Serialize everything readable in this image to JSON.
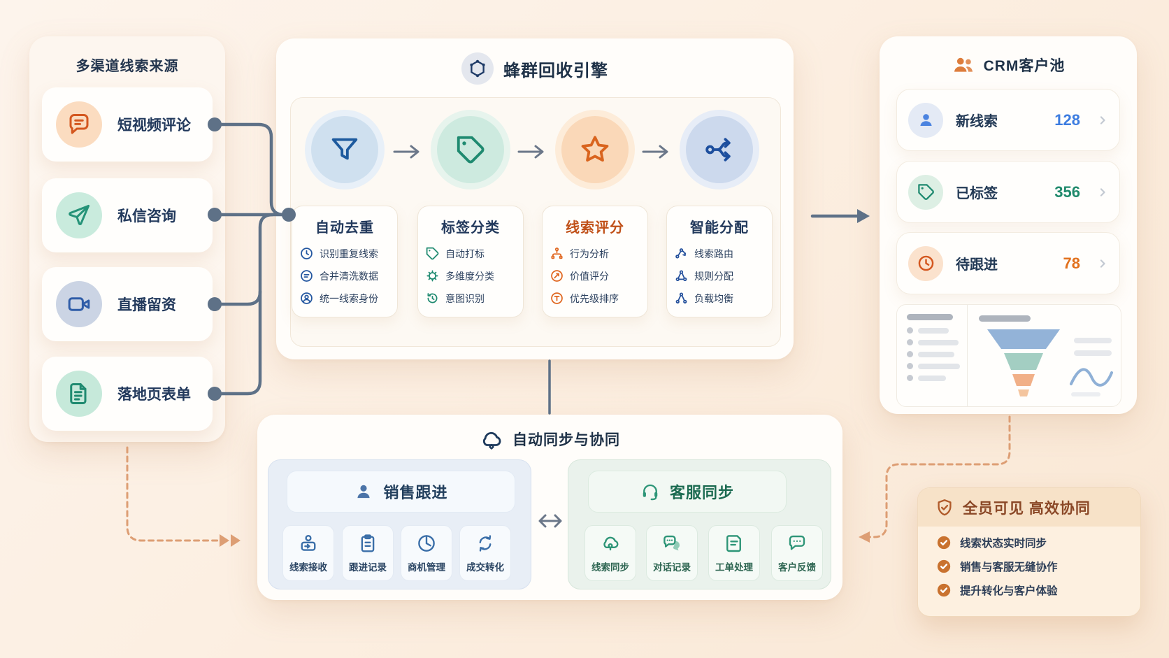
{
  "left_panel": {
    "title": "多渠道线索来源",
    "items": [
      {
        "label": "短视频评论",
        "icon": "chat-comment-icon"
      },
      {
        "label": "私信咨询",
        "icon": "paper-plane-icon"
      },
      {
        "label": "直播留资",
        "icon": "video-camera-icon"
      },
      {
        "label": "落地页表单",
        "icon": "document-form-icon"
      }
    ]
  },
  "engine": {
    "title": "蜂群回收引擎",
    "icon": "hexagon-molecule-icon",
    "steps": [
      {
        "title": "自动去重",
        "icon": "funnel-icon",
        "items": [
          "识别重复线索",
          "合并清洗数据",
          "统一线索身份"
        ]
      },
      {
        "title": "标签分类",
        "icon": "tag-icon",
        "items": [
          "自动打标",
          "多维度分类",
          "意图识别"
        ]
      },
      {
        "title": "线索评分",
        "icon": "star-icon",
        "items": [
          "行为分析",
          "价值评分",
          "优先级排序"
        ]
      },
      {
        "title": "智能分配",
        "icon": "route-split-icon",
        "items": [
          "线索路由",
          "规则分配",
          "负载均衡"
        ]
      }
    ]
  },
  "crm": {
    "title": "CRM客户池",
    "icon": "users-icon",
    "rows": [
      {
        "label": "新线索",
        "count": "128",
        "icon": "user-icon",
        "count_color": "#3c7ce0"
      },
      {
        "label": "已标签",
        "count": "356",
        "icon": "tag-icon",
        "count_color": "#208a6c"
      },
      {
        "label": "待跟进",
        "count": "78",
        "icon": "clock-icon",
        "count_color": "#e2711d"
      }
    ]
  },
  "sync": {
    "title": "自动同步与协同",
    "icon": "cloud-sync-icon",
    "sales": {
      "title": "销售跟进",
      "icon": "person-icon",
      "items": [
        "线索接收",
        "跟进记录",
        "商机管理",
        "成交转化"
      ]
    },
    "service": {
      "title": "客服同步",
      "icon": "headset-icon",
      "items": [
        "线索同步",
        "对话记录",
        "工单处理",
        "客户反馈"
      ]
    }
  },
  "benefits": {
    "title": "全员可见  高效协同",
    "icon": "shield-check-icon",
    "items": [
      "线索状态实时同步",
      "销售与客服无缝协作",
      "提升转化与客户体验"
    ]
  },
  "colors": {
    "background": "#fcefe2",
    "navy_text": "#22395c",
    "orange_accent": "#d9641e",
    "teal_accent": "#1f8a70",
    "blue_accent": "#2457a0",
    "connector_slate": "#5e7187",
    "connector_dashed": "#dd9e74",
    "funnel_segments": [
      "#93b3d8",
      "#a3cec2",
      "#f1b088",
      "#f4c59e"
    ]
  }
}
